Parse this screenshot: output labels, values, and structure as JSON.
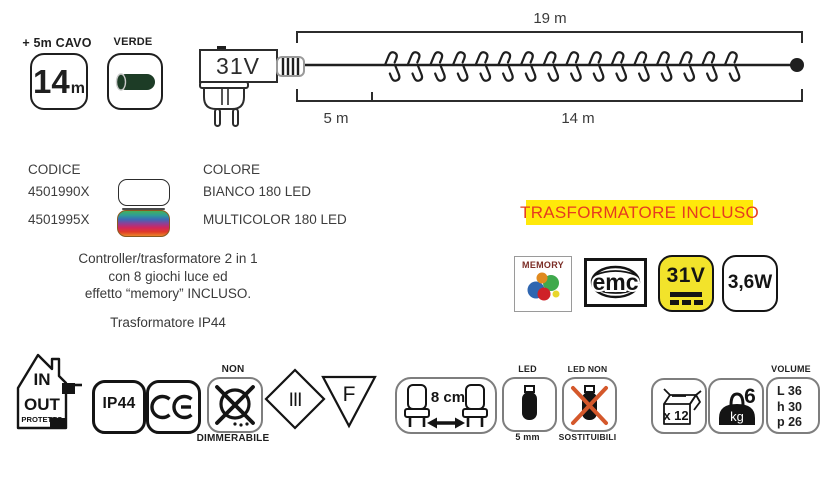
{
  "colors": {
    "highlight_bg": "#ffe90a",
    "highlight_text": "#e63c20",
    "cable_green": "#1d3c26",
    "voltage_badge_yellow": "#f2e32b",
    "led_cross_red": "#d4582b",
    "multicolor_gradient": [
      "#45b05a",
      "#2f9e96",
      "#3a6cb5",
      "#8e3f97",
      "#d1275d",
      "#e03a28",
      "#e98428"
    ]
  },
  "top": {
    "cable_badge": {
      "label": "+ 5m CAVO",
      "value": "14",
      "unit": "m"
    },
    "color_badge": {
      "label": "VERDE"
    },
    "transformer": {
      "voltage": "31V"
    },
    "dimensions": {
      "total": "19 m",
      "lead": "5 m",
      "lighted": "14 m"
    }
  },
  "catalog": {
    "code_header": "CODICE",
    "color_header": "COLORE",
    "rows": [
      {
        "code": "4501990X",
        "color": "BIANCO 180 LED",
        "swatch": "white"
      },
      {
        "code": "4501995X",
        "color": "MULTICOLOR 180 LED",
        "swatch": "multicolor"
      }
    ]
  },
  "description": {
    "line1": "Controller/trasformatore 2 in 1",
    "line2": "con 8 giochi luce ed",
    "line3": "effetto “memory” INCLUSO.",
    "ip_note": "Trasformatore IP44"
  },
  "highlight": {
    "text": "TRASFORMATORE INCLUSO"
  },
  "certifications": {
    "memory": {
      "label": "MEMORY"
    },
    "emc": {
      "label": "emc"
    },
    "voltage": {
      "label": "31V"
    },
    "wattage": {
      "label": "3,6W"
    }
  },
  "features": {
    "house": {
      "line1": "IN",
      "line2": "OUT",
      "line3": "PROTETTO"
    },
    "ip_rating": {
      "label": "IP44"
    },
    "ce_mark": {
      "label": "CE"
    },
    "dimmer": {
      "top": "NON",
      "bottom": "DIMMERABILE"
    },
    "insulation_class": {
      "label": "III"
    },
    "f_symbol": {
      "label": "F"
    },
    "bulb_spacing": {
      "label": "8 cm"
    },
    "led_size": {
      "top": "LED",
      "bottom": "5 mm"
    },
    "led_replace": {
      "top": "LED NON",
      "bottom": "SOSTITUIBILI"
    },
    "carton": {
      "label": "x 12"
    },
    "weight": {
      "value": "6",
      "unit": "kg"
    },
    "volume": {
      "label": "VOLUME",
      "length": "L 36",
      "height": "h 30",
      "depth": "p 26"
    }
  }
}
